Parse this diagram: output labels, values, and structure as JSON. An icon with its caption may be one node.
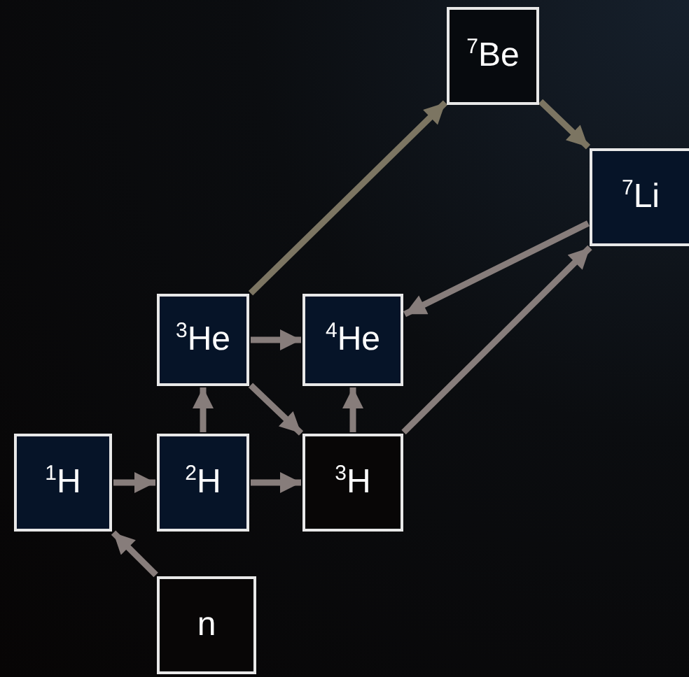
{
  "diagram": {
    "nodes": [
      {
        "text": [
          "$^{7}$Be"
        ]
      },
      {
        "text": [
          "$^{7}$Li"
        ]
      },
      {
        "text": [
          "$^{3}$He"
        ]
      },
      {
        "text": [
          "$^{4}$He"
        ]
      },
      {
        "text": [
          "$^{1}$H"
        ]
      },
      {
        "text": [
          "$^{2}$H"
        ]
      },
      {
        "text": [
          "$^{3}$H"
        ]
      },
      {
        "text": [
          "n"
        ]
      }
    ],
    "edges": [
      {
        "from": 7,
        "to": 4,
        "arrow": "to"
      },
      {
        "from": 4,
        "to": 5,
        "arrow": "to"
      },
      {
        "from": 5,
        "to": 2,
        "arrow": "to"
      },
      {
        "from": 5,
        "to": 6,
        "arrow": "to"
      },
      {
        "from": 2,
        "to": 3,
        "arrow": "to"
      },
      {
        "from": 2,
        "to": 6,
        "arrow": "to"
      },
      {
        "from": 6,
        "to": 3,
        "arrow": "to"
      },
      {
        "from": 2,
        "to": 0,
        "arrow": "to",
        "color": "#7c7562"
      },
      {
        "from": 0,
        "to": 1,
        "arrow": "to",
        "color": "#7c7562"
      },
      {
        "from": 1,
        "to": 3,
        "arrow": "to"
      },
      {
        "from": 6,
        "to": 1,
        "arrow": "to"
      }
    ]
  }
}
